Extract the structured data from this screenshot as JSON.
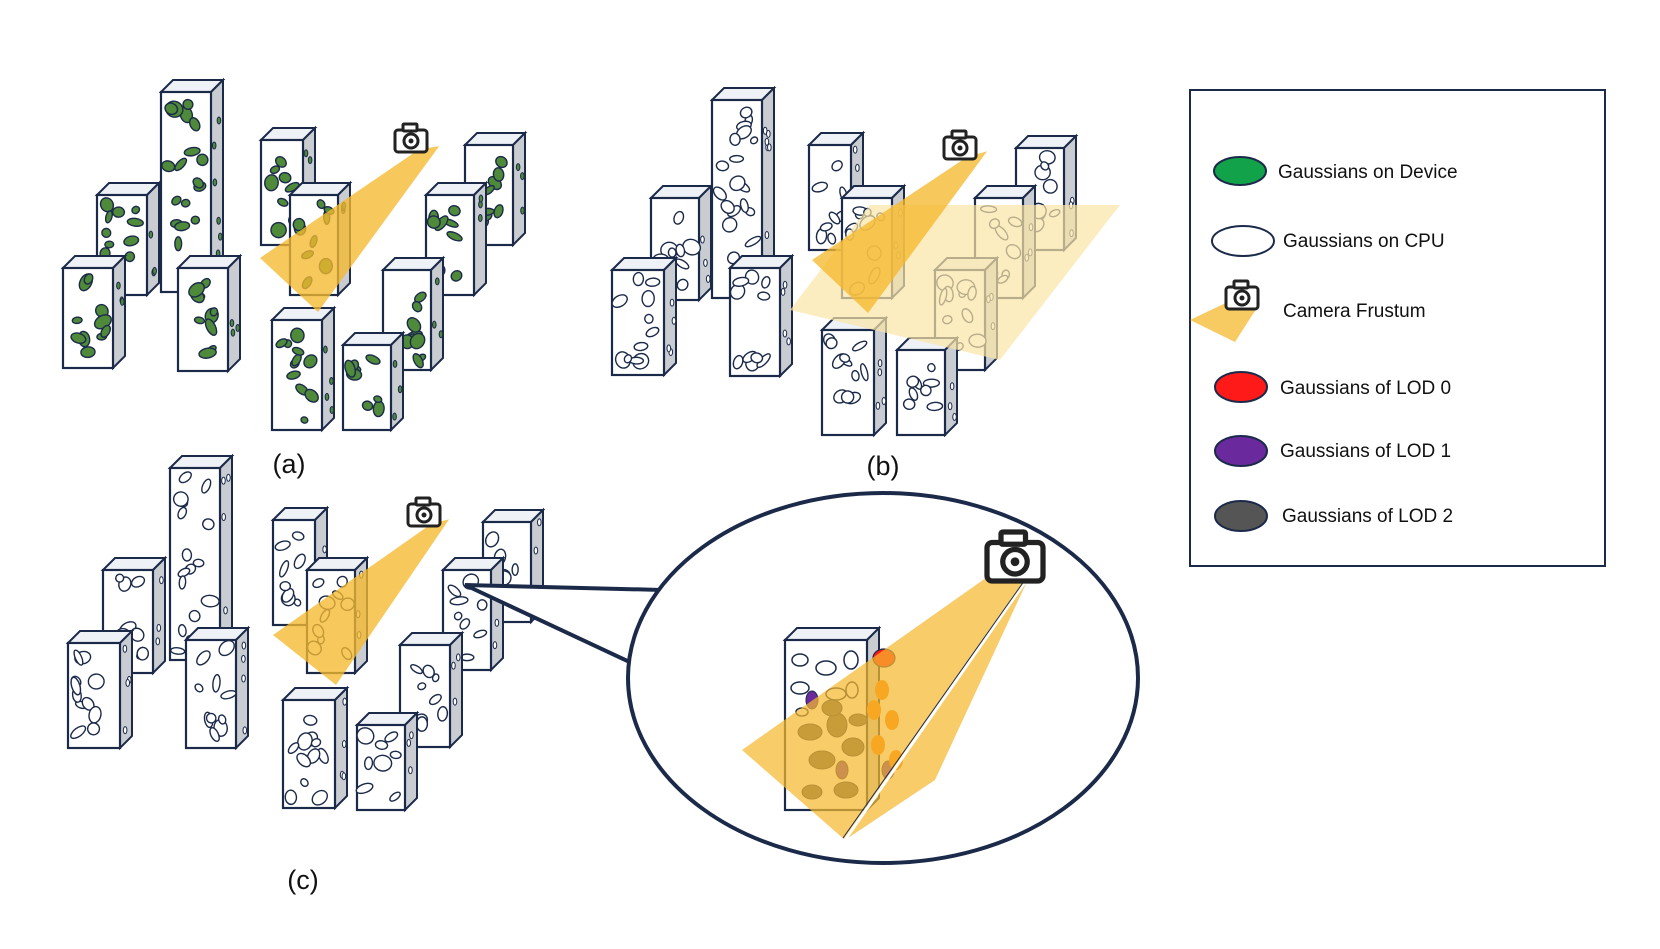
{
  "panels": [
    {
      "id": "a",
      "label": "(a)"
    },
    {
      "id": "b",
      "label": "(b)"
    },
    {
      "id": "c",
      "label": "(c)"
    }
  ],
  "legend": [
    {
      "key": "device",
      "label": "Gaussians on  Device",
      "swatch": "#12a34a"
    },
    {
      "key": "cpu",
      "label": "Gaussians on CPU",
      "swatch": "#ffffff"
    },
    {
      "key": "frustum",
      "label": "Camera Frustum",
      "swatch": "#f5b82e"
    },
    {
      "key": "lod0",
      "label": "Gaussians of LOD 0",
      "swatch": "#ff1a1a"
    },
    {
      "key": "lod1",
      "label": "Gaussians of LOD 1",
      "swatch": "#6a2a9e"
    },
    {
      "key": "lod2",
      "label": "Gaussians of LOD 2",
      "swatch": "#555555"
    }
  ],
  "colors": {
    "outline": "#1c2a4a",
    "green": "#4f8a3a",
    "frustum": "#f5b82e",
    "lod0": "#ff1a1a",
    "lod1": "#6a2a9e",
    "lod2": "#555555",
    "orange": "#ff7a0a"
  },
  "icons": [
    "camera-icon"
  ]
}
